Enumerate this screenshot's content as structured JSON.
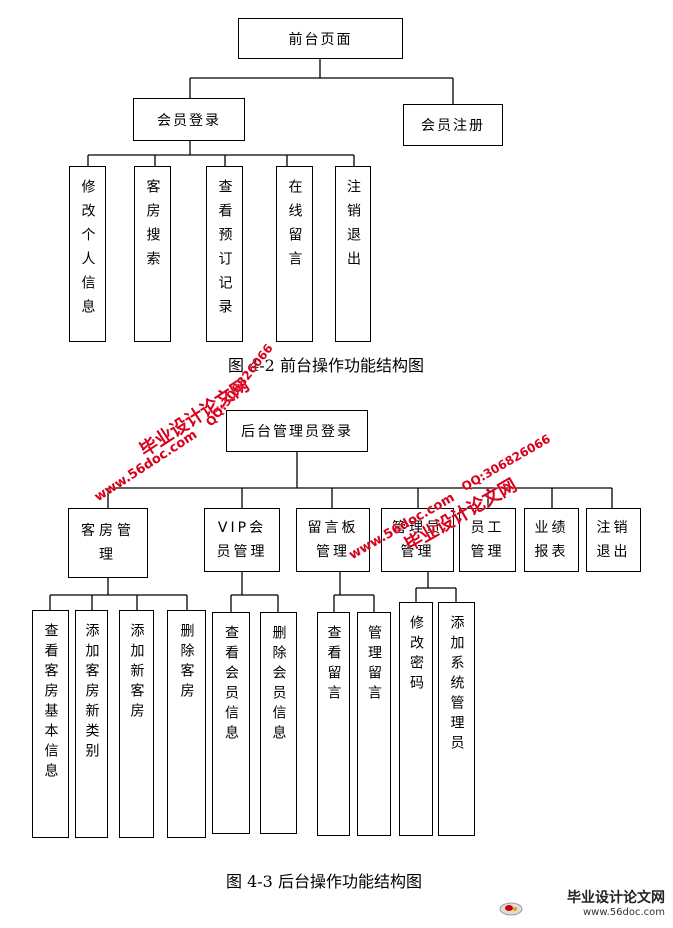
{
  "fig42": {
    "root": "前台页面",
    "login": "会员登录",
    "register": "会员注册",
    "leaves": [
      "修改个人信息",
      "客房搜索",
      "查看预订记录",
      "在线留言",
      "注销退出"
    ],
    "caption": "图 4-2 前台操作功能结构图"
  },
  "fig43": {
    "root": "后台管理员登录",
    "modules": {
      "room": "客房管理",
      "vip": "VIP会员管理",
      "msg": "留言板管理",
      "admin": "管理员管理",
      "staff": "员工管理",
      "report": "业绩报表",
      "logout": "注销退出"
    },
    "room_children": [
      "查看客房基本信息",
      "添加客房新类别",
      "添加新客房",
      "删除客房"
    ],
    "vip_children": [
      "查看会员信息",
      "删除会员信息"
    ],
    "msg_children": [
      "查看留言",
      "管理留言"
    ],
    "admin_children": [
      "修改密码",
      "添加系统管理员"
    ],
    "caption": "图 4-3  后台操作功能结构图"
  },
  "watermark": {
    "site_cn": "毕业设计论文网",
    "site_url": "www.56doc.com",
    "qq": "QQ:306826066"
  },
  "footer_logo": {
    "title": "毕业设计论文网",
    "url": "www.56doc.com"
  }
}
